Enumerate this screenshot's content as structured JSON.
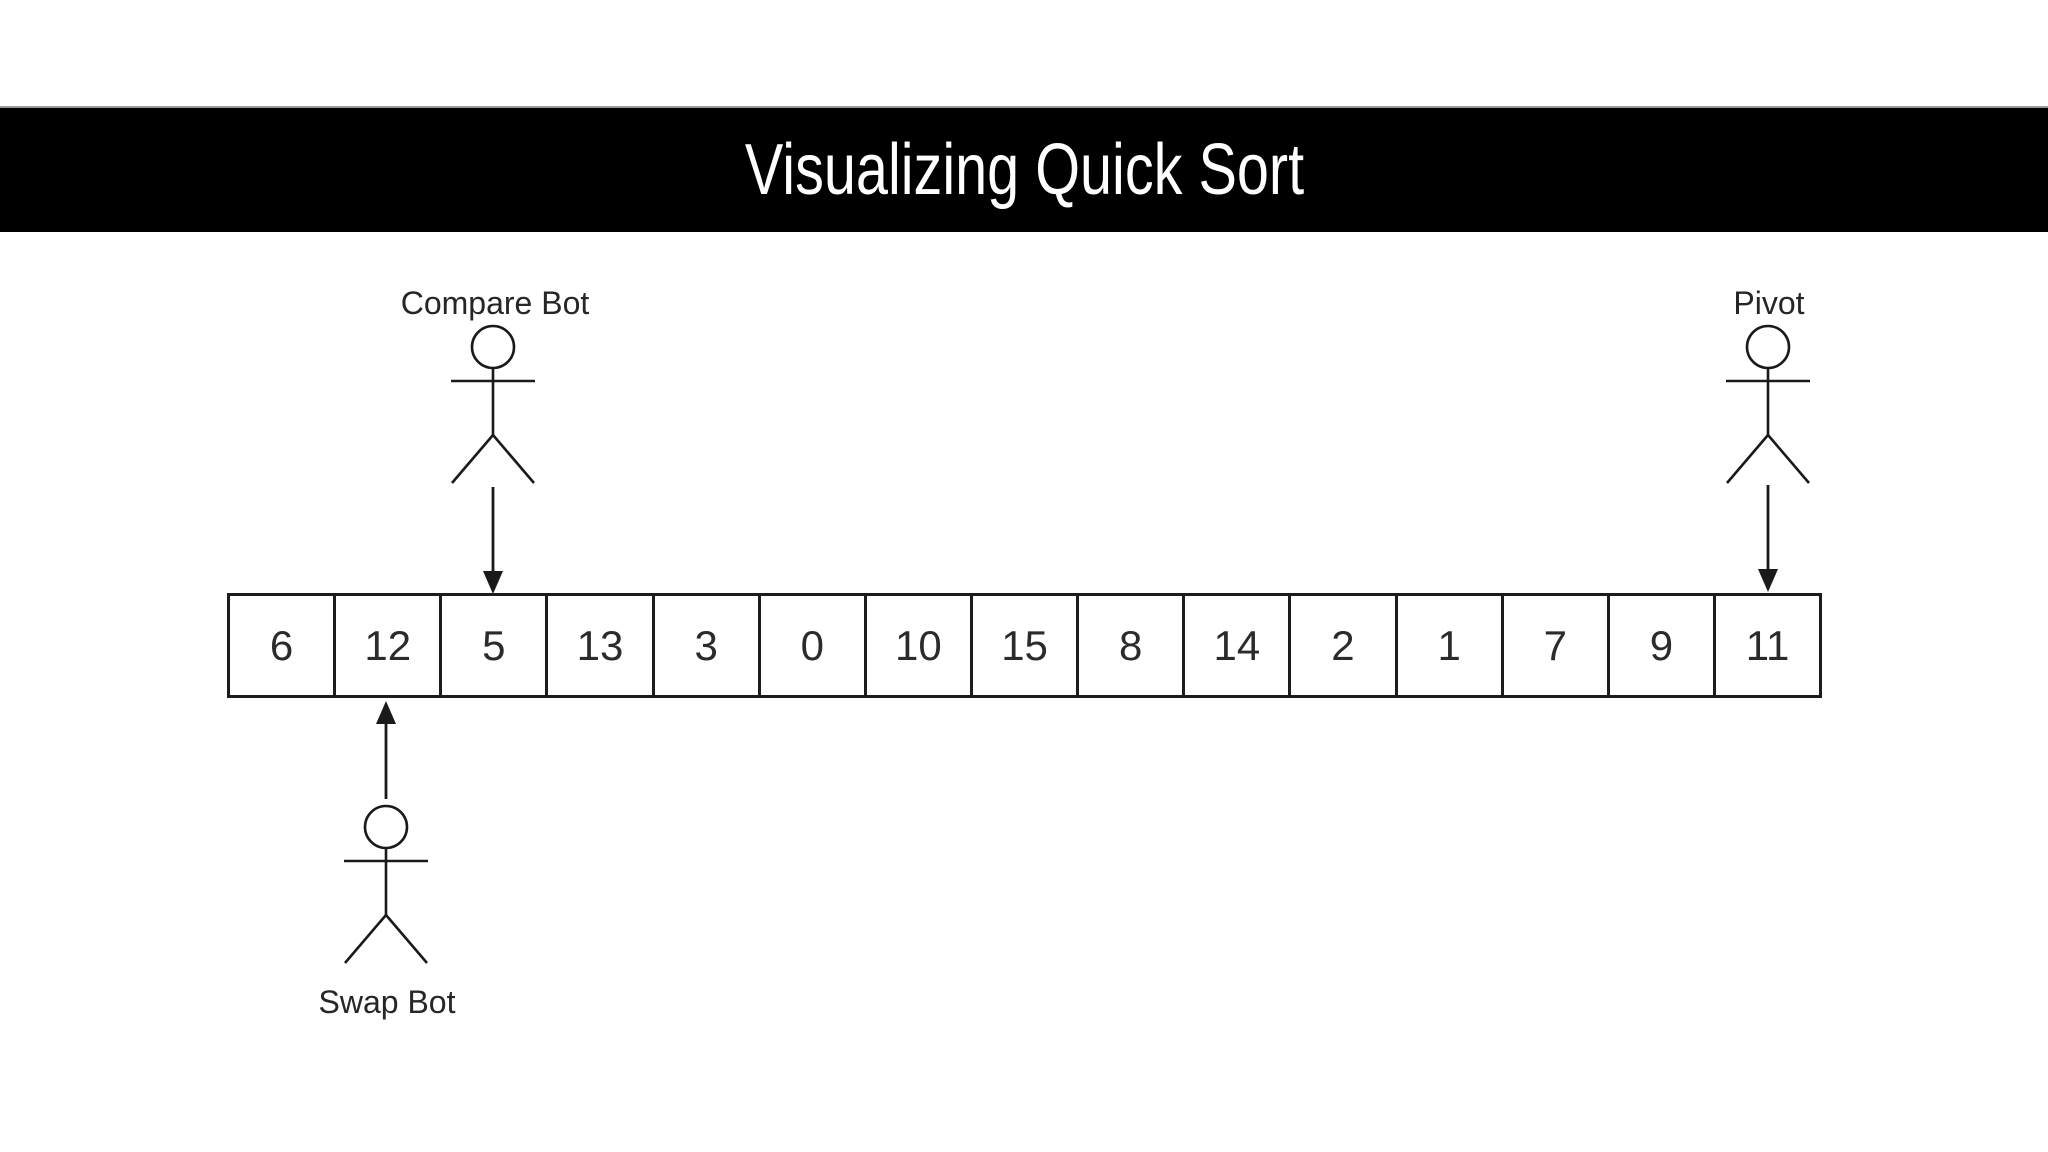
{
  "banner": {
    "title": "Visualizing Quick Sort",
    "background": "#000000",
    "text_color": "#ffffff"
  },
  "diagram": {
    "type": "quick-sort-array-visualization",
    "array": {
      "values": [
        6,
        12,
        5,
        13,
        3,
        0,
        10,
        15,
        8,
        14,
        2,
        1,
        7,
        9,
        11
      ]
    },
    "actors": [
      {
        "id": "compare-bot",
        "label": "Compare Bot",
        "position": "above-array",
        "arrow_direction": "down",
        "target_index": 2,
        "target_value": 5
      },
      {
        "id": "pivot",
        "label": "Pivot",
        "position": "above-array",
        "arrow_direction": "down",
        "target_index": 14,
        "target_value": 11
      },
      {
        "id": "swap-bot",
        "label": "Swap Bot",
        "position": "below-array",
        "arrow_direction": "up",
        "target_index": 1,
        "target_value": 12
      }
    ],
    "stroke_color": "#1a1a1a",
    "cell_border_color": "#1c1c1c",
    "number_color": "#2b2b2b"
  }
}
